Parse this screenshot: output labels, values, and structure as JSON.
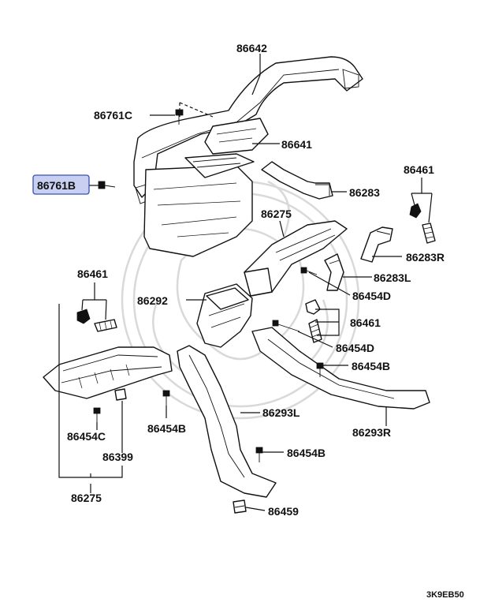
{
  "diagram": {
    "highlighted_part": "86761B",
    "highlight_color": "#c8cff0",
    "highlight_border": "#3a4fb0",
    "callouts": {
      "c86642": "86642",
      "c86761C": "86761C",
      "c86641": "86641",
      "c86761B": "86761B",
      "c86461_top": "86461",
      "c86283": "86283",
      "c86275_top": "86275",
      "c86283R": "86283R",
      "c86461_left": "86461",
      "c86283L": "86283L",
      "c86454D_1": "86454D",
      "c86292": "86292",
      "c86461_mid": "86461",
      "c86454D_2": "86454D",
      "c86454B_1": "86454B",
      "c86293L": "86293L",
      "c86454C": "86454C",
      "c86454B_2": "86454B",
      "c86293R": "86293R",
      "c86399": "86399",
      "c86454B_3": "86454B",
      "c86275_bottom": "86275",
      "c86459": "86459"
    },
    "figure_code": "3K9EB50"
  }
}
